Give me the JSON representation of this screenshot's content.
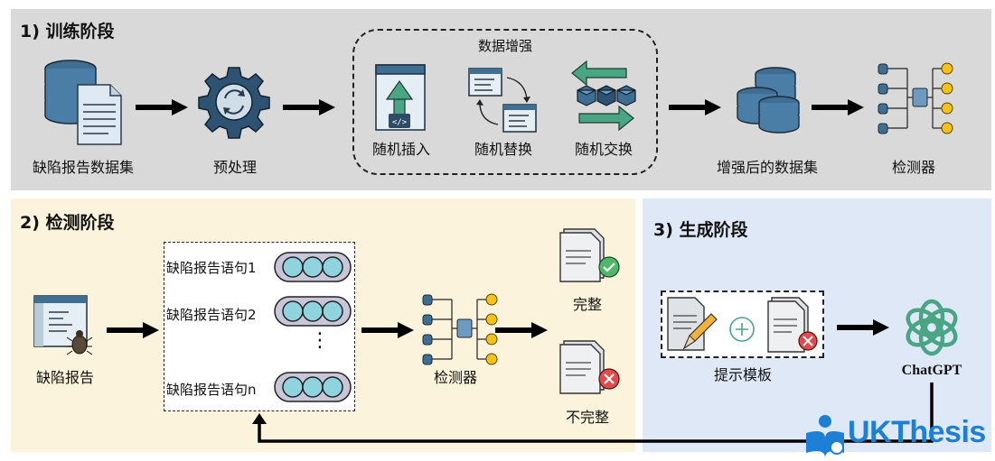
{
  "stage1": {
    "title": "1) 训练阶段",
    "defect_dataset": "缺陷报告数据集",
    "preprocess": "预处理",
    "augment_title": "数据增强",
    "random_insert": "随机插入",
    "random_replace": "随机替换",
    "random_swap": "随机交换",
    "augmented_dataset": "增强后的数据集",
    "detector": "检测器"
  },
  "stage2": {
    "title": "2) 检测阶段",
    "defect_report": "缺陷报告",
    "sentences": [
      "缺陷报告语句1",
      "缺陷报告语句2",
      "缺陷报告语句n"
    ],
    "ellipsis": "⋮",
    "detector": "检测器",
    "complete": "完整",
    "incomplete": "不完整"
  },
  "stage3": {
    "title": "3) 生成阶段",
    "prompt_template": "提示模板",
    "chatgpt": "ChatGPT"
  },
  "watermark": {
    "text": "UKThesis"
  }
}
